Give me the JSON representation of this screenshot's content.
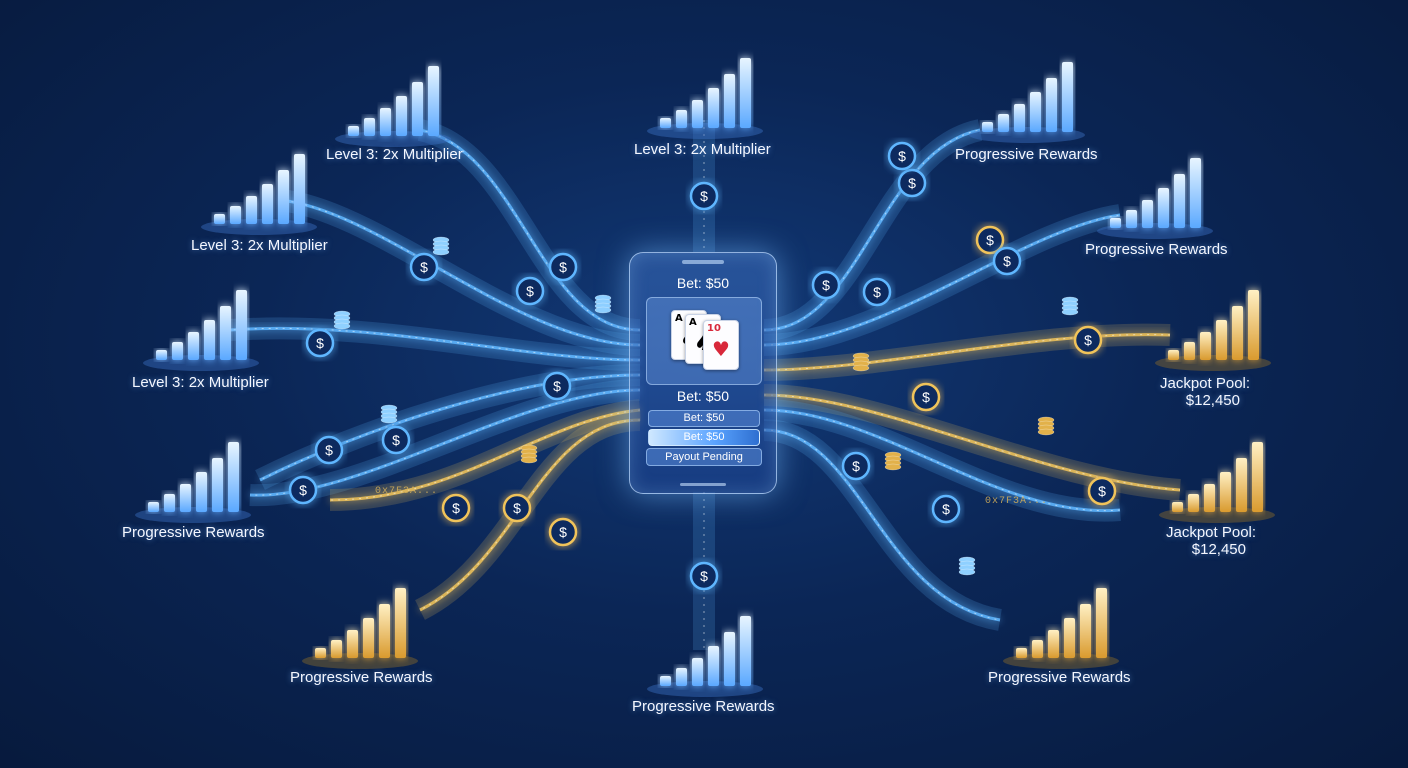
{
  "labels": [
    {
      "key": "l3_top_left",
      "text": "Level 3: 2x Multiplier"
    },
    {
      "key": "l3_top_center",
      "text": "Level 3: 2x Multiplier"
    },
    {
      "key": "prog_top_right",
      "text": "Progressive Rewards"
    },
    {
      "key": "l3_mid_left",
      "text": "Level 3: 2x Multiplier"
    },
    {
      "key": "prog_mid_right",
      "text": "Progressive Rewards"
    },
    {
      "key": "l3_left",
      "text": "Level 3: 2x Multiplier"
    },
    {
      "key": "jackpot_right_1_a",
      "text": "Jackpot Pool:"
    },
    {
      "key": "jackpot_right_1_b",
      "text": "$12,450"
    },
    {
      "key": "prog_left",
      "text": "Progressive Rewards"
    },
    {
      "key": "jackpot_right_2_a",
      "text": "Jackpot Pool:"
    },
    {
      "key": "jackpot_right_2_b",
      "text": "$12,450"
    },
    {
      "key": "prog_bottom_left",
      "text": "Progressive Rewards"
    },
    {
      "key": "prog_bottom_center",
      "text": "Progressive Rewards"
    },
    {
      "key": "prog_bottom_right",
      "text": "Progressive Rewards"
    }
  ],
  "phone": {
    "bet_top": "Bet: $50",
    "bet_mid": "Bet: $50",
    "pill1": "Bet: $50",
    "pill2": "Bet: $50",
    "pill3": "Payout Pending",
    "cards": [
      {
        "rank": "A",
        "suit": "♠",
        "color": "#1b2a4a"
      },
      {
        "rank": "A",
        "suit": "♠",
        "color": "#1b2a4a"
      },
      {
        "rank": "10",
        "suit": "♥",
        "color": "#d8283a"
      }
    ]
  },
  "hex_codes": [
    "0x7F3A...",
    "0x7F3A..."
  ],
  "coin_symbol": "$",
  "colors": {
    "blue": "#5fb6ff",
    "gold": "#f0c35a",
    "bg": "#0b2656"
  }
}
